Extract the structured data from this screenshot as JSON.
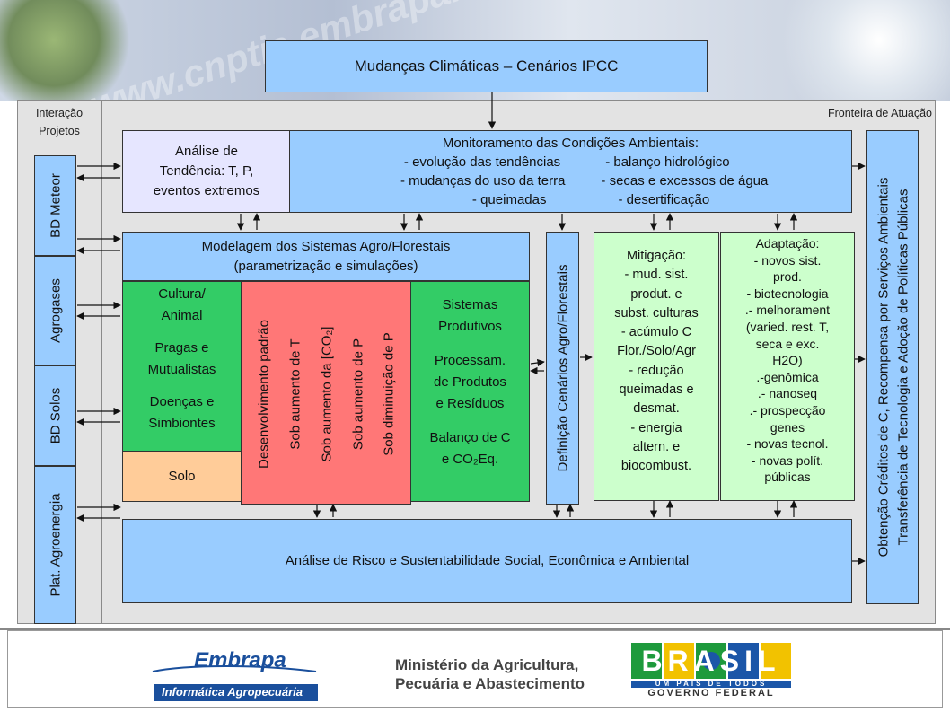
{
  "header": {
    "title": "Mudanças Climáticas – Cenários IPCC",
    "watermark": "www.cnptia.embrapa.br"
  },
  "frame": {
    "left_label": [
      "Interação",
      "Projetos"
    ],
    "right_label": "Fronteira de Atuação"
  },
  "side_boxes": [
    "BD Meteor",
    "Agrogases",
    "BD Solos",
    "Plat. Agroenergia"
  ],
  "analise_tendencia": [
    "Análise de",
    "Tendência: T, P,",
    "eventos extremos"
  ],
  "monitoramento": {
    "title": "Monitoramento das Condições Ambientais:",
    "rows": [
      [
        "- evolução das tendências",
        "- balanço hidrológico"
      ],
      [
        "- mudanças do uso da terra",
        "- secas e excessos de água"
      ],
      [
        "- queimadas",
        "- desertificação"
      ]
    ]
  },
  "modelagem": [
    "Modelagem dos Sistemas Agro/Florestais",
    "(parametrização e simulações)"
  ],
  "cultura": [
    "Cultura/",
    "Animal",
    "",
    "Pragas e",
    "Mutualistas",
    "",
    "Doenças e",
    "Simbiontes"
  ],
  "solo": "Solo",
  "cenarios_vertical": [
    "Desenvolvimento padrão",
    "Sob aumento de T",
    "Sob aumento da [CO₂]",
    "Sob aumento de P",
    "Sob diminuição de P"
  ],
  "sistemas": [
    "Sistemas",
    "Produtivos",
    "",
    "Processam.",
    "de Produtos",
    "e Resíduos",
    "",
    "Balanço de C",
    "e CO₂Eq."
  ],
  "definicao": "Definição Cenários Agro/Florestais",
  "mitigacao": [
    "Mitigação:",
    "- mud. sist.",
    "produt. e",
    "subst. culturas",
    "- acúmulo C",
    "Flor./Solo/Agr",
    "- redução",
    "queimadas e",
    "desmat.",
    "- energia",
    "altern. e",
    "biocombust."
  ],
  "adaptacao": [
    "Adaptação:",
    "- novos sist.",
    "prod.",
    "- biotecnologia",
    ".- melhorament",
    "(varied. rest. T,",
    "seca e exc.",
    "H2O)",
    ".-genômica",
    ".- nanoseq",
    ".- prospecção",
    "genes",
    "- novas tecnol.",
    "- novas polít.",
    "públicas"
  ],
  "obtencao": [
    "Obtenção Créditos de C, Recompensa por Serviços Ambientais",
    "Transferência de Tecnologia e Adoção de Políticas Públicas"
  ],
  "analise_risco": "Análise de Risco e Sustentabilidade Social, Econômica e Ambiental",
  "footer": {
    "embrapa": "Embrapa",
    "embrapa_sub": "Informática Agropecuária",
    "ministerio": [
      "Ministério da Agricultura,",
      "Pecuária e Abastecimento"
    ],
    "brasil": "BRASIL",
    "brasil_sub1": "UM PAÍS DE TODOS",
    "brasil_sub2": "GOVERNO FEDERAL"
  },
  "colors": {
    "light_blue": "#99ccff",
    "green": "#33cc66",
    "red": "#ff7777",
    "orange": "#ffcc99",
    "pale_green": "#ccffcc",
    "lavender": "#e6e6ff",
    "embrapa_blue": "#1a4f9c"
  }
}
